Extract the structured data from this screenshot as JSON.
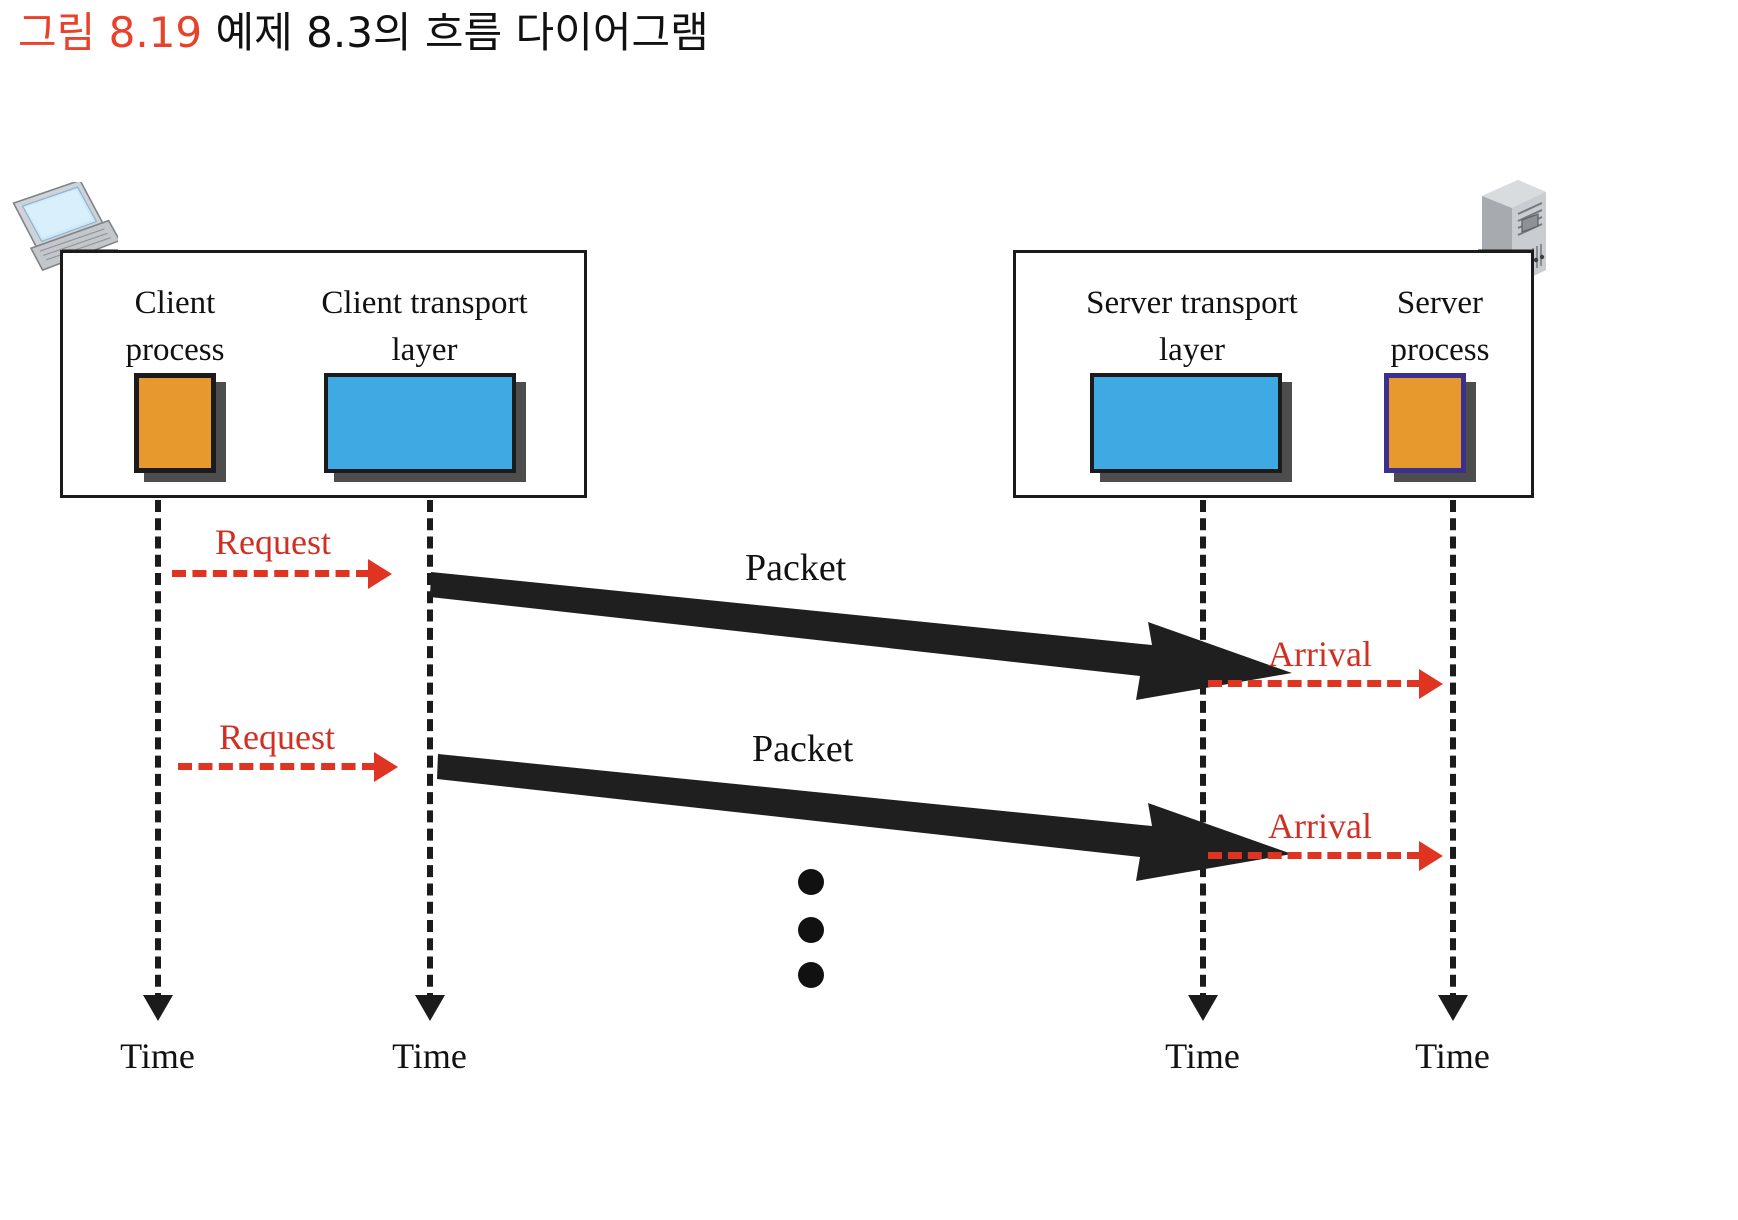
{
  "title": {
    "figure_number": "그림 8.19",
    "caption": " 예제 8.3의 흐름 다이어그램"
  },
  "colors": {
    "figure_red": "#e8422c",
    "label_red": "#d03024",
    "process_orange": "#e8992e",
    "transport_blue": "#3fa9e4",
    "server_process_border": "#3b2f8f",
    "outline_black": "#1b1b1b",
    "shadow_gray": "#4d4d4d"
  },
  "client": {
    "icon": "laptop-icon",
    "process_label": "Client\nprocess",
    "transport_label": "Client transport\nlayer"
  },
  "server": {
    "icon": "server-tower-icon",
    "transport_label": "Server transport\nlayer",
    "process_label": "Server\nprocess"
  },
  "timelines": [
    {
      "label": "Time",
      "owner": "client-process"
    },
    {
      "label": "Time",
      "owner": "client-transport"
    },
    {
      "label": "Time",
      "owner": "server-transport"
    },
    {
      "label": "Time",
      "owner": "server-process"
    }
  ],
  "messages": {
    "request_1": "Request",
    "request_2": "Request",
    "packet_1": "Packet",
    "packet_2": "Packet",
    "arrival_1": "Arrival",
    "arrival_2": "Arrival"
  },
  "continuation": {
    "symbol": "vertical-ellipsis",
    "dot_count": 3
  }
}
